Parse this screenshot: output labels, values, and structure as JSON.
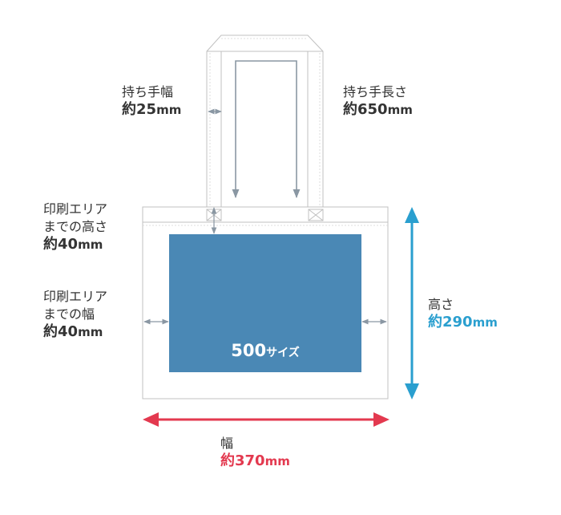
{
  "handle_width": {
    "title": "持ち手幅",
    "prefix": "約",
    "value": "25",
    "unit": "mm"
  },
  "handle_length": {
    "title": "持ち手長さ",
    "prefix": "約",
    "value": "650",
    "unit": "mm"
  },
  "print_top": {
    "line1": "印刷エリア",
    "line2": "までの高さ",
    "prefix": "約",
    "value": "40",
    "unit": "mm"
  },
  "print_side": {
    "line1": "印刷エリア",
    "line2": "までの幅",
    "prefix": "約",
    "value": "40",
    "unit": "mm"
  },
  "bag_height": {
    "title": "高さ",
    "prefix": "約",
    "value": "290",
    "unit": "mm"
  },
  "bag_width": {
    "title": "幅",
    "prefix": "約",
    "value": "370",
    "unit": "mm"
  },
  "print_area": {
    "value": "500",
    "suffix": "サイズ"
  },
  "colors": {
    "print_area": "#4a88b5",
    "height_arrow": "#2a9fcf",
    "width_arrow": "#e3394f",
    "guide_arrow": "#8a97a3",
    "outline": "#c0c0c0"
  }
}
